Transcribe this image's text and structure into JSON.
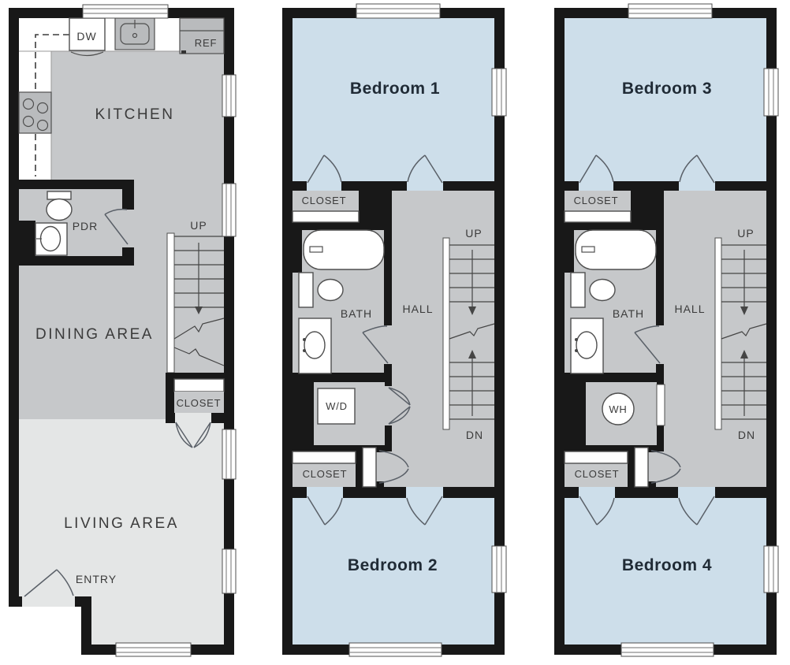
{
  "palette": {
    "wall": "#181818",
    "floor_gray": "#c6c8ca",
    "floor_light": "#e4e6e6",
    "bedroom_blue": "#cddeea",
    "appliance_gray": "#b9bbbd",
    "fixture_line": "#4f4f4f",
    "label_color": "#3b3b3b",
    "bedroom_label_color": "#202b36",
    "window_white": "#ffffff"
  },
  "floor1": {
    "kitchen_label": "KITCHEN",
    "dishwasher_label": "DW",
    "fridge_label": "REF",
    "powder_label": "PDR",
    "stairs_up_label": "UP",
    "dining_label": "DINING AREA",
    "closet_label": "CLOSET",
    "living_label": "LIVING AREA",
    "entry_label": "ENTRY"
  },
  "floor2": {
    "bedroom1_label": "Bedroom 1",
    "closet_top_label": "CLOSET",
    "bath_label": "BATH",
    "hall_label": "HALL",
    "stairs_up_label": "UP",
    "stairs_down_label": "DN",
    "washer_dryer_label": "W/D",
    "closet_bottom_label": "CLOSET",
    "bedroom2_label": "Bedroom 2"
  },
  "floor3": {
    "bedroom3_label": "Bedroom 3",
    "closet_top_label": "CLOSET",
    "bath_label": "BATH",
    "hall_label": "HALL",
    "stairs_up_label": "UP",
    "stairs_down_label": "DN",
    "water_heater_label": "WH",
    "closet_bottom_label": "CLOSET",
    "bedroom4_label": "Bedroom 4"
  }
}
